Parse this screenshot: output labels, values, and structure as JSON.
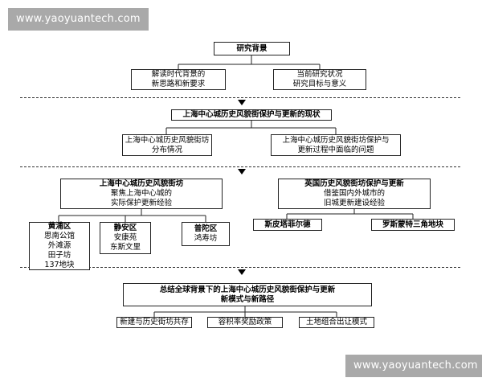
{
  "watermark_top": "www.yaoyuantech.com",
  "watermark_bottom": "www.yaoyuantech.com",
  "level1": {
    "root": "研究背景",
    "left": [
      "解读时代背景的",
      "新思路和新要求"
    ],
    "right": [
      "当前研究状况",
      "研究目标与意义"
    ]
  },
  "level2": {
    "root": "上海中心城历史风貌街保护与更新的现状",
    "left": [
      "上海中心城历史风貌街坊",
      "分布情况"
    ],
    "right": [
      "上海中心城历史风貌街坊保护与",
      "更新过程中面临的问题"
    ]
  },
  "level3": {
    "left_root": [
      "上海中心城历史风貌街坊",
      "聚焦上海中心城的",
      "实际保护更新经验"
    ],
    "right_root": [
      "英国历史风貌街坊保护与更新",
      "借鉴国内外城市的",
      "旧城更新建设经验"
    ],
    "cases": {
      "huangpu": [
        "黄浦区",
        "思南公馆",
        "外滩源",
        "田子坊",
        "137地块"
      ],
      "jingan": [
        "静安区",
        "安康苑",
        "东斯文里"
      ],
      "putuo": [
        "普陀区",
        "鸿寿坊"
      ],
      "shiyan": "斯皮塔菲尔德",
      "luojin": "罗斯蒙特三角地块"
    }
  },
  "level4": {
    "root": [
      "总结全球背景下的上海中心城历史风貌街保护与更新",
      "新模式与新路径"
    ],
    "items": [
      "新建与历史街坊共存",
      "容积率奖励政策",
      "土地组合出让模式"
    ]
  }
}
